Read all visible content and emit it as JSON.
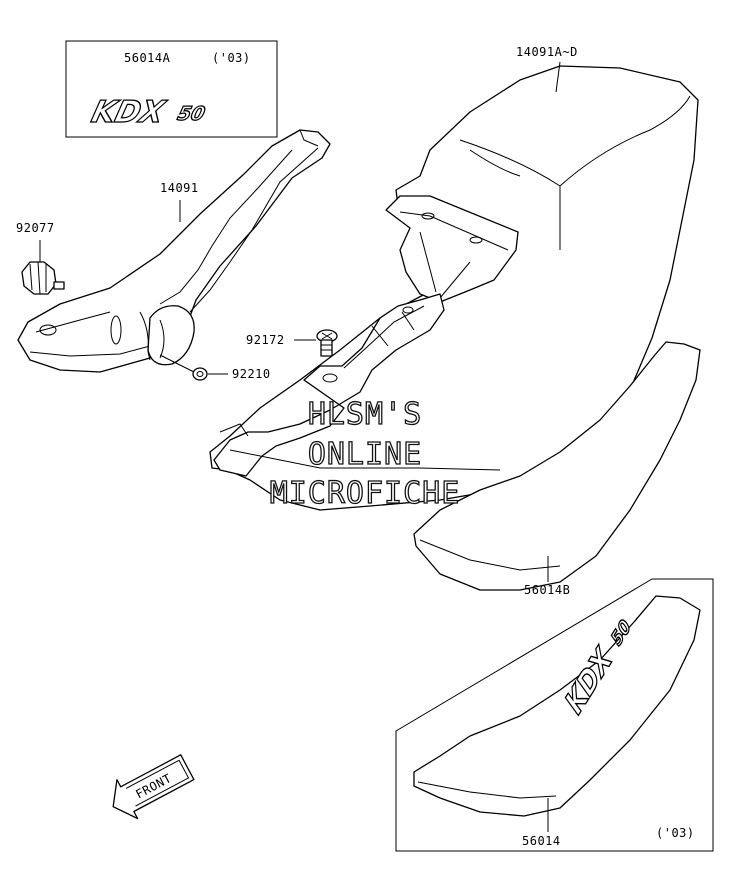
{
  "diagram": {
    "labels": {
      "p56014A": "56014A",
      "year_top": "('03)",
      "p14091AD": "14091A~D",
      "p14091": "14091",
      "p92077": "92077",
      "p92172": "92172",
      "p92210": "92210",
      "p56014B": "56014B",
      "p56014": "56014",
      "year_bottom": "('03)"
    },
    "logo_text": {
      "main": "KDX",
      "sub": "50"
    },
    "watermark": {
      "line1": "HLSM'S",
      "line2": "ONLINE",
      "line3": "MICROFICHE"
    },
    "front_arrow_label": "FRONT",
    "icons": {
      "front_arrow": "front-arrow-icon"
    }
  }
}
